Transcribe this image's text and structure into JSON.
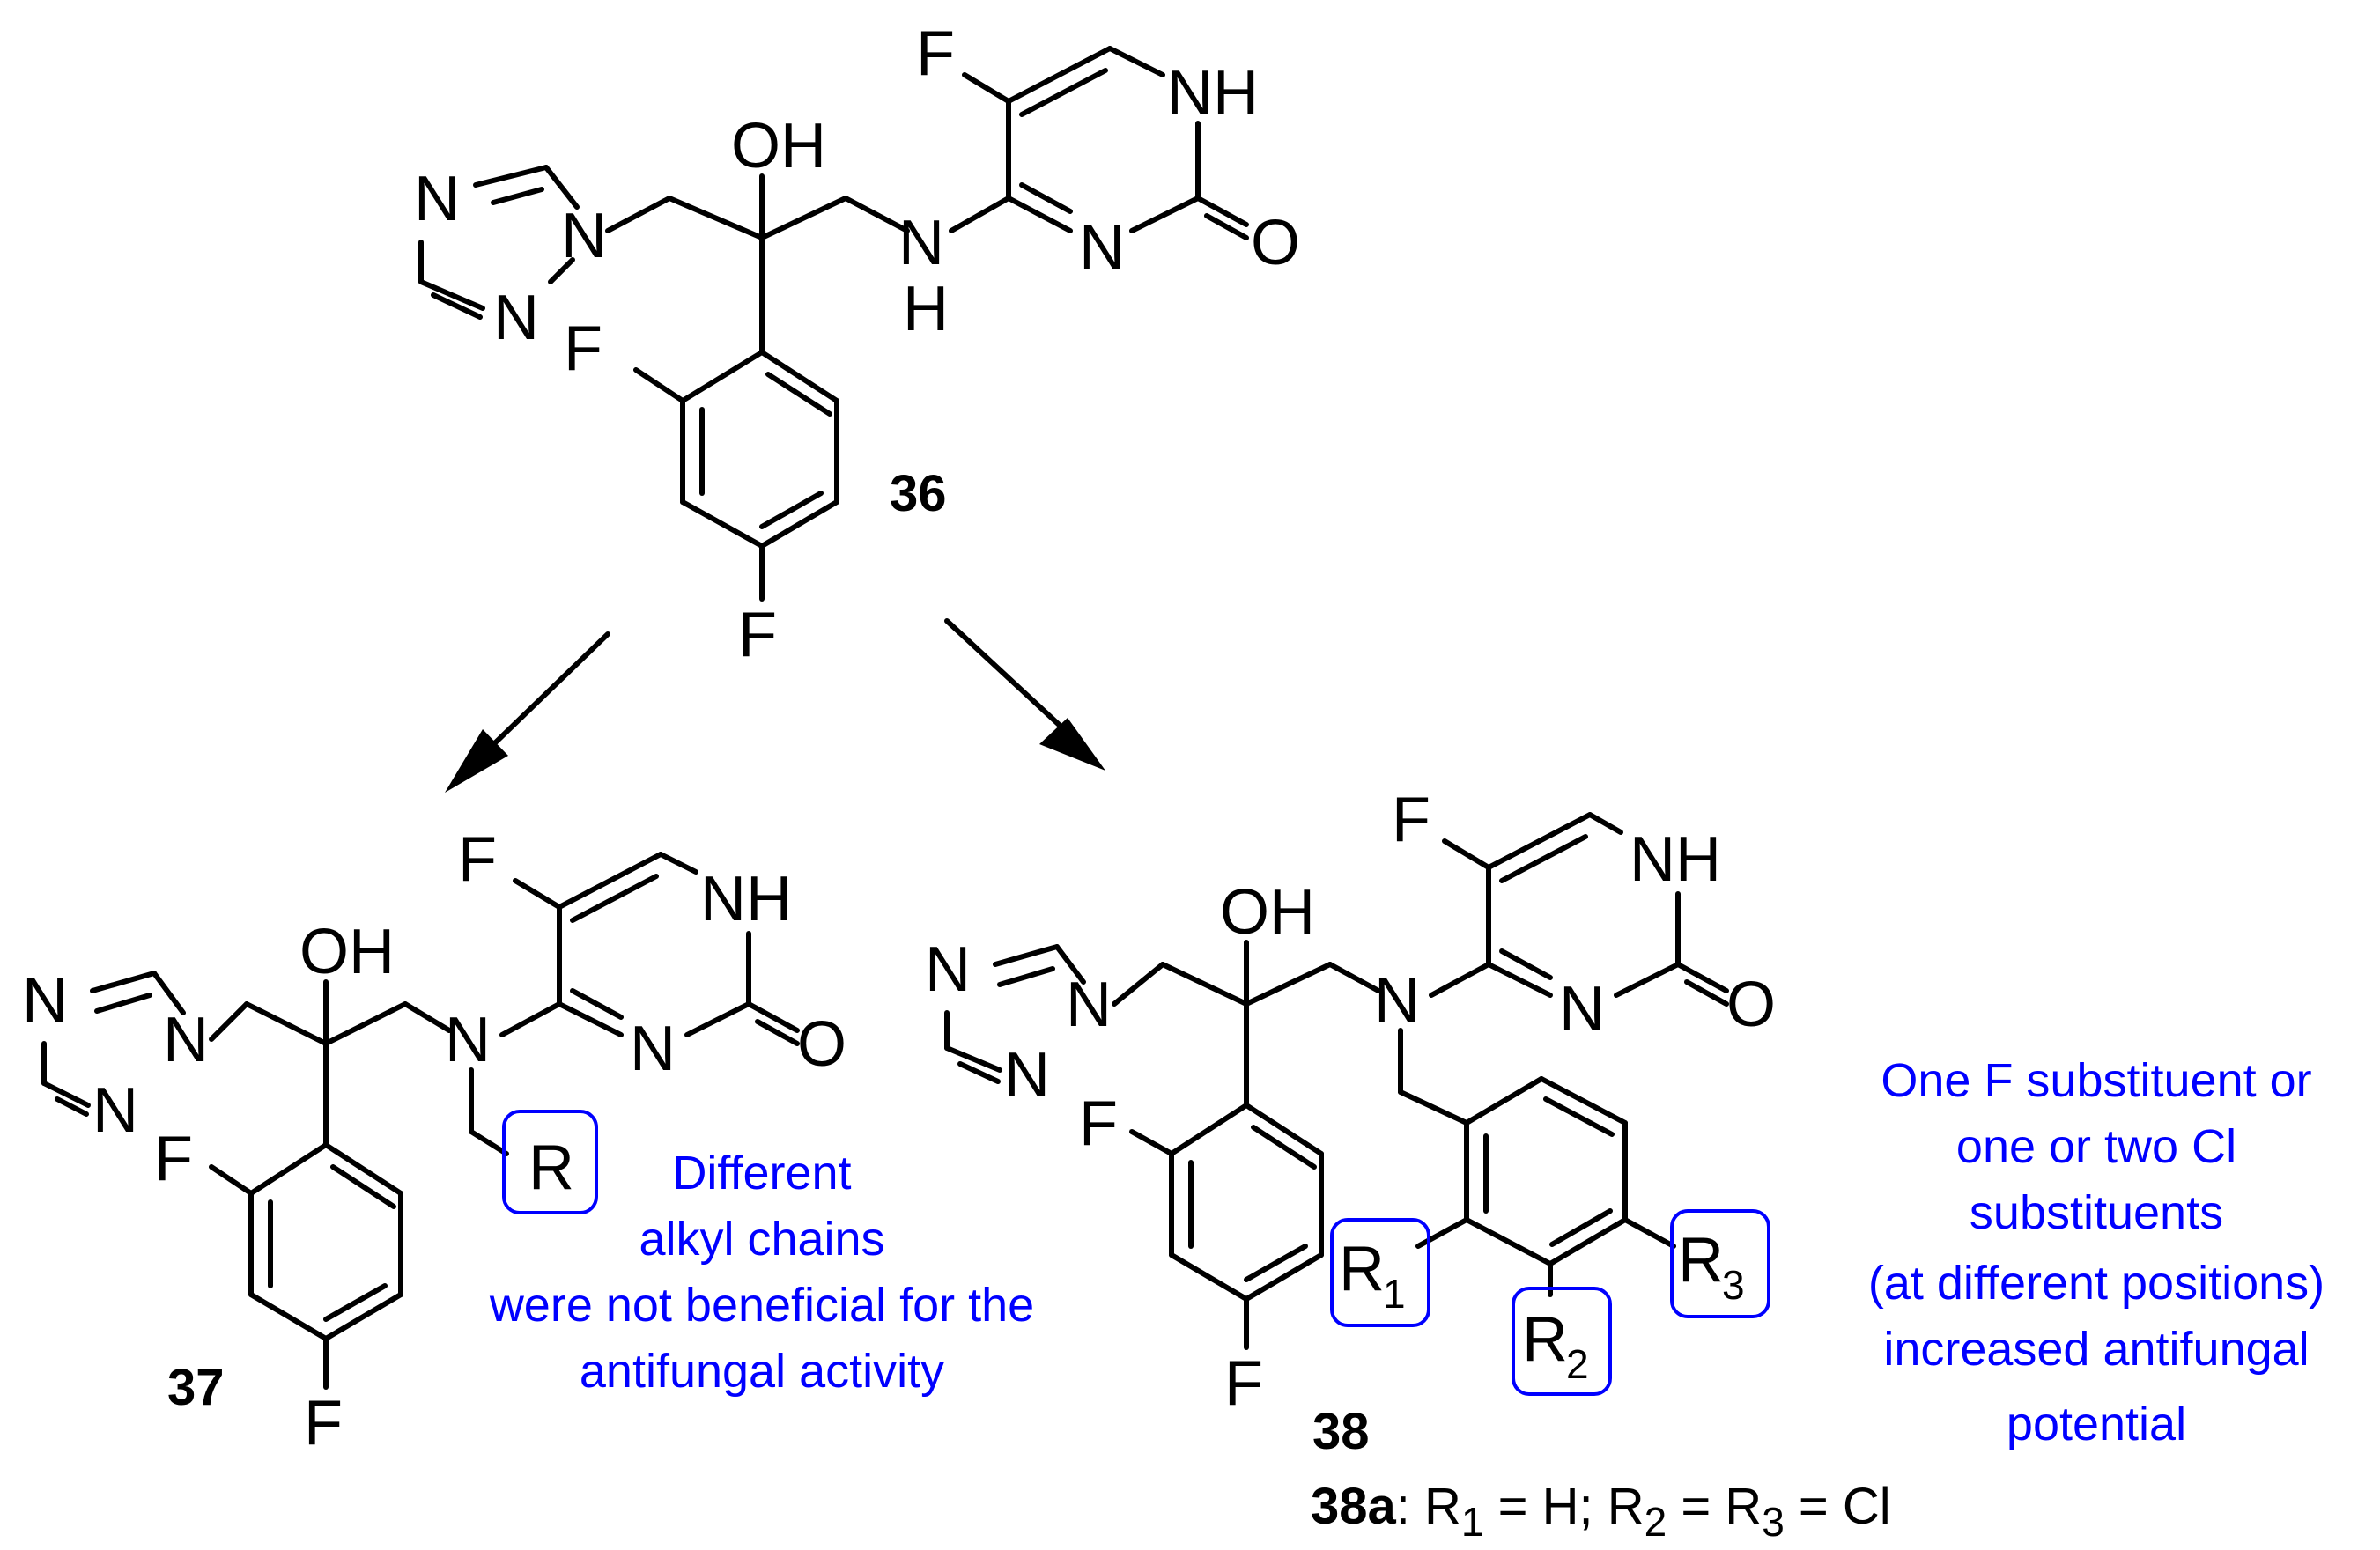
{
  "compounds": {
    "c36": {
      "label": "36"
    },
    "c37": {
      "label": "37"
    },
    "c38": {
      "label": "38"
    }
  },
  "atoms": {
    "F": "F",
    "NH": "NH",
    "OH": "OH",
    "N": "N",
    "O": "O",
    "H": "H",
    "R": "R",
    "R1": "R",
    "R1_sub": "1",
    "R2": "R",
    "R2_sub": "2",
    "R3": "R",
    "R3_sub": "3"
  },
  "notes": {
    "note37": [
      "Different",
      "alkyl chains",
      "were not beneficial for the",
      "antifungal activity"
    ],
    "note38": [
      "One F substituent or",
      "one or two Cl",
      "substituents",
      "(at different positions)",
      "increased antifungal",
      "potential"
    ]
  },
  "caption38a": {
    "label": "38a",
    "text_a": ": R",
    "sub1": "1",
    "text_b": " = H; R",
    "sub2": "2",
    "text_c": " = R",
    "sub3": "3",
    "text_d": " = Cl"
  },
  "colors": {
    "note": "#0000ff",
    "bond": "#000000"
  }
}
